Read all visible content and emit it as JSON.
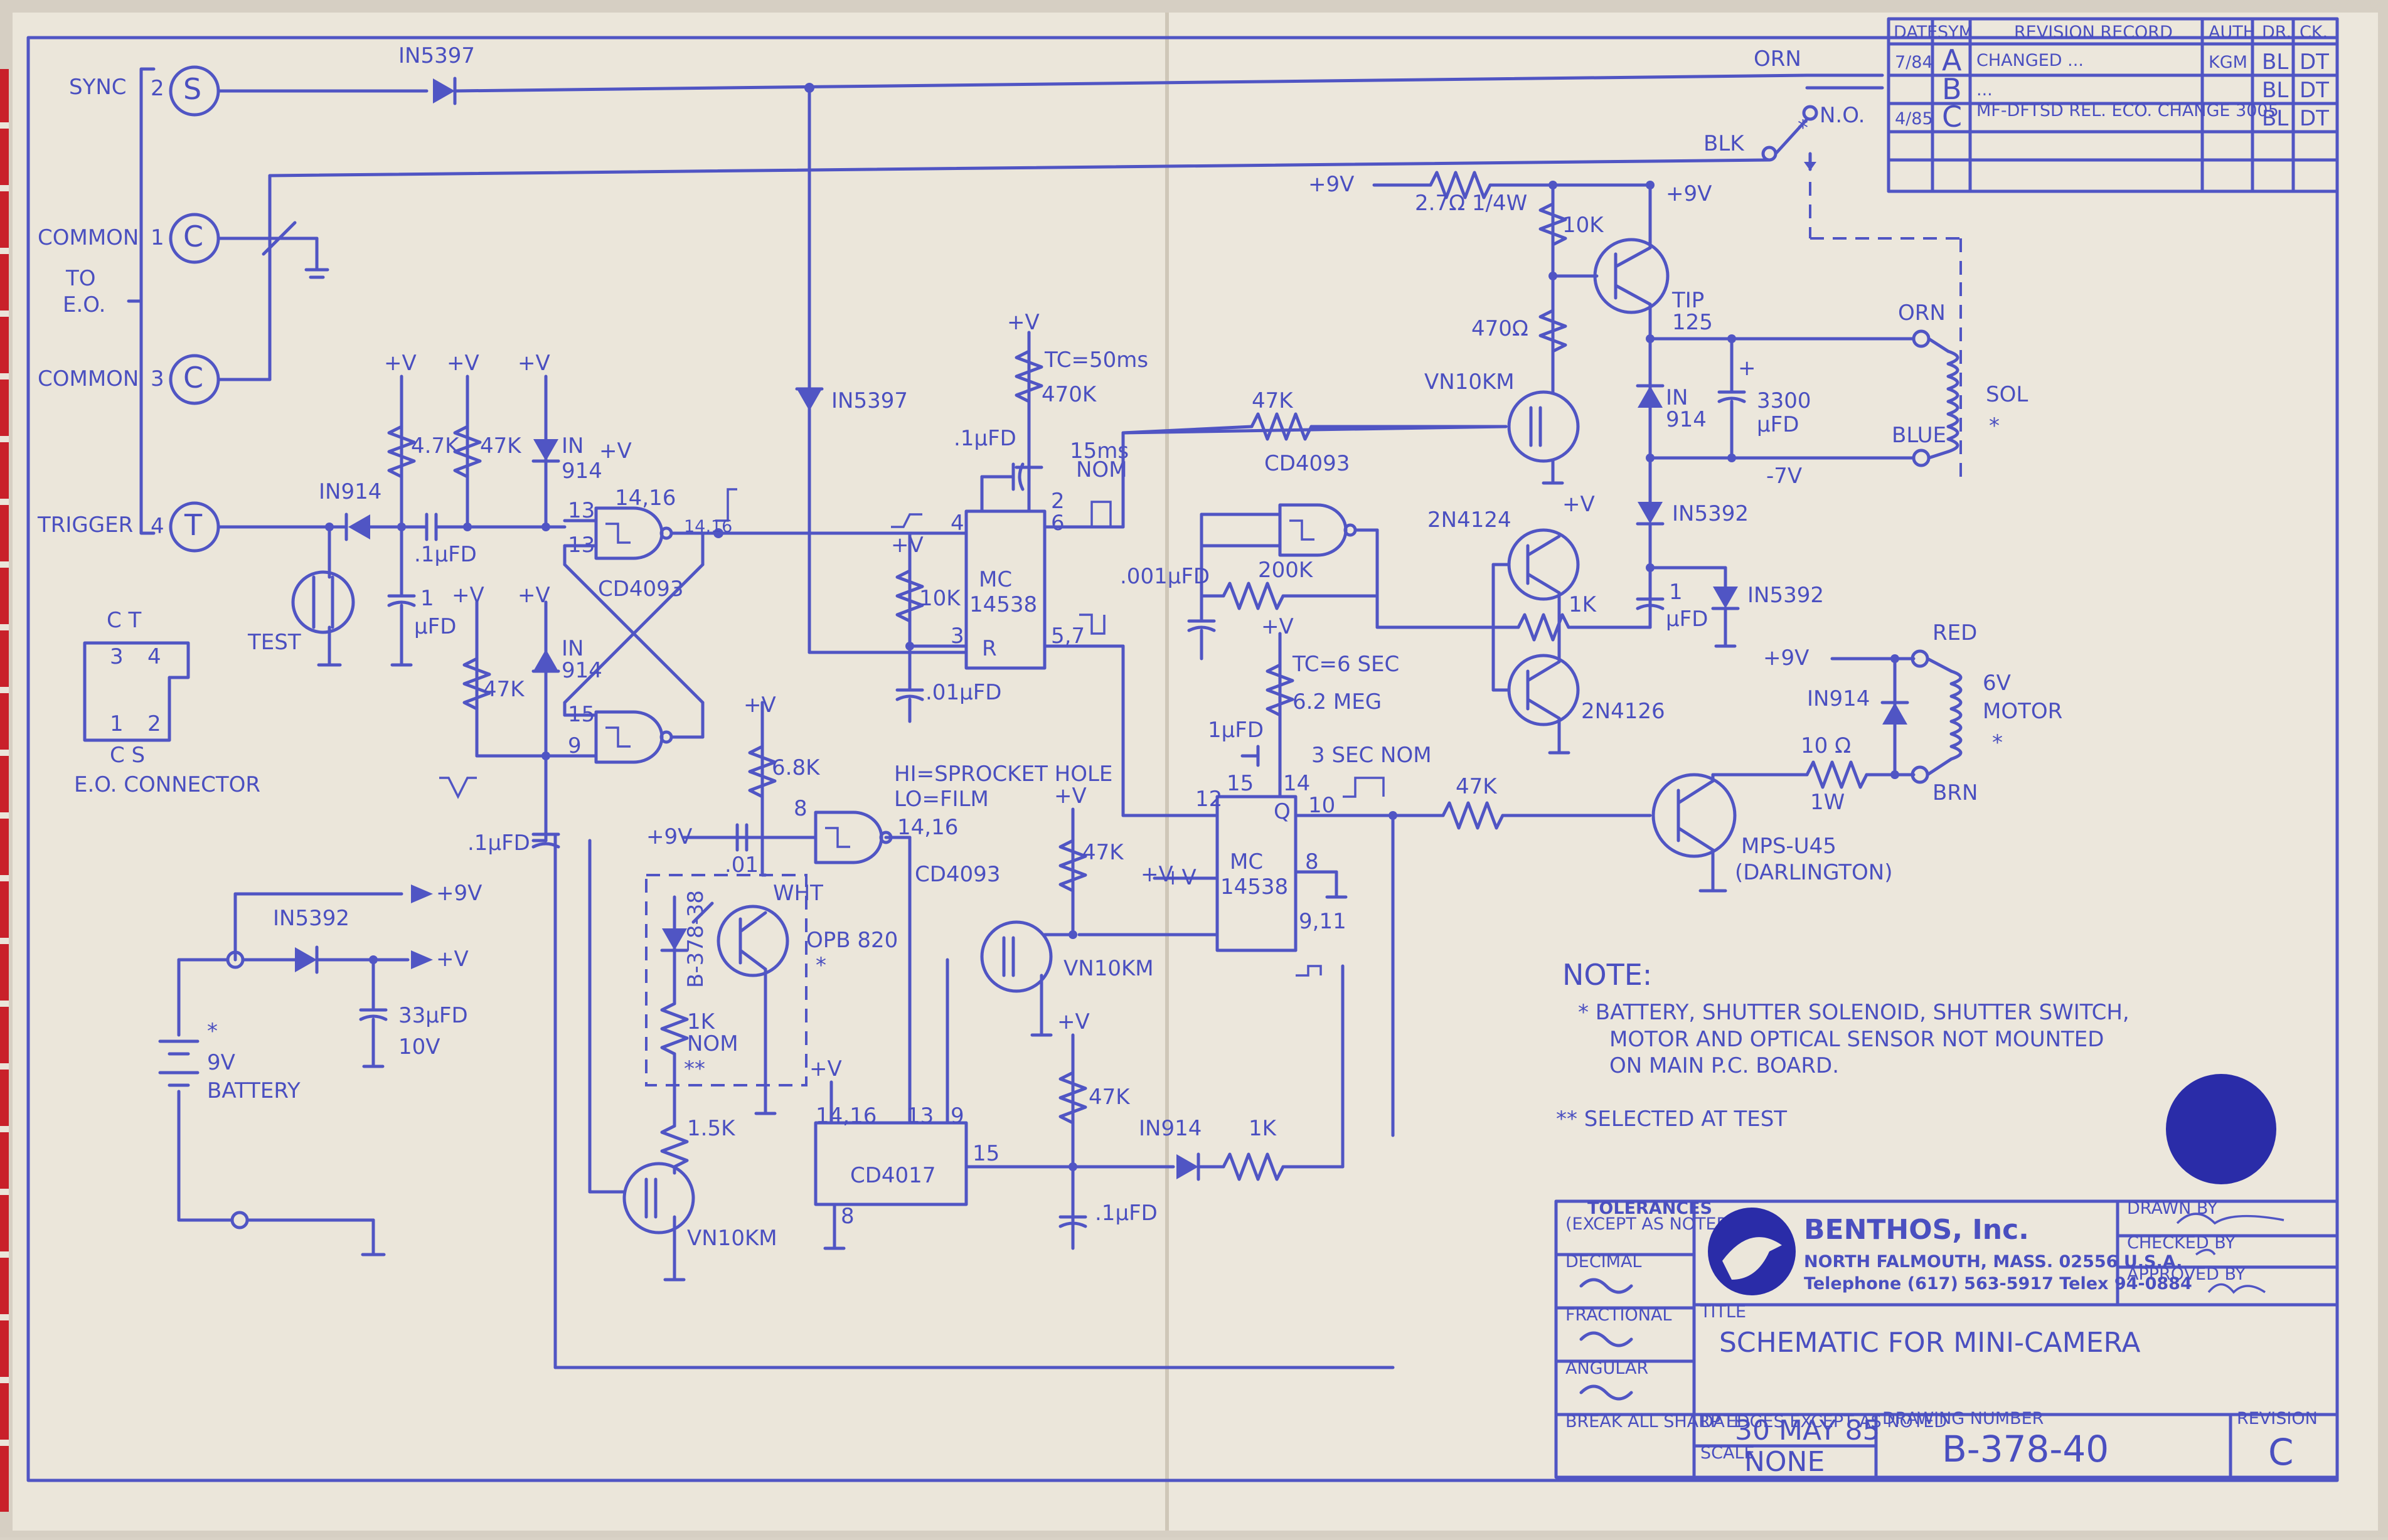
{
  "colors": {
    "paper": "#ece6da",
    "ink": "#4a4fc0",
    "accent_dot": "#2a2ca8",
    "binding": "#d2202c"
  },
  "connector": {
    "sync": "SYNC",
    "pin2": "2",
    "sym_s": "S",
    "common1": "COMMON",
    "pin1": "1",
    "sym_c1": "C",
    "to_eo_1": "TO",
    "to_eo_2": "E.O.",
    "common3": "COMMON",
    "pin3": "3",
    "sym_c3": "C",
    "trigger": "TRIGGER",
    "pin4": "4",
    "sym_t": "T",
    "test": "TEST",
    "conn_ct": "C T",
    "conn_34_a": "3",
    "conn_34_b": "4",
    "conn_12_a": "1",
    "conn_12_b": "2",
    "conn_cs": "C S",
    "conn_title": "E.O. CONNECTOR"
  },
  "parts": {
    "in5397_top": "IN5397",
    "in5397_mid": "IN5397",
    "in914_trig": "IN914",
    "r47k_a": "4.7K",
    "r47k_b": "47K",
    "in_914_a": "IN",
    "in_914_a2": "914",
    "cap_1ufd_a": ".1µFD",
    "cap_1ufd_b": "1",
    "cap_1ufd_b2": "µFD",
    "r47k_c": "47K",
    "in_914_b": "IN",
    "in_914_b2": "914",
    "cd4093_a": "CD4093",
    "cd4093_b": "CD4093",
    "cd4093_c": "CD4093",
    "cap_1ufd_c": ".1µFD",
    "in5392_bat": "IN5392",
    "plus9v_bat": "+9V",
    "plusv_bat": "+V",
    "cap_33": "33µFD",
    "cap_33_v": "10V",
    "battery_star": "*",
    "battery_9v": "9V",
    "battery": "BATTERY",
    "tc50": "TC=50ms",
    "r470k": "470K",
    "cap_1ufd_mc": ".1µFD",
    "nom15ms_a": "15ms",
    "nom15ms_b": "NOM",
    "r10k": "10K",
    "cap_01ufd": ".01µFD",
    "mc14538_a1": "MC",
    "mc14538_a2": "14538",
    "mc14538_b1": "MC",
    "mc14538_b2": "14538",
    "cap_001": ".001µFD",
    "r200k": "200K",
    "tc6": "TC=6 SEC",
    "r62meg": "6.2 MEG",
    "cap_1ufd_tc": "1µFD",
    "nom3sec": "3 SEC NOM",
    "r47k_mid": "47K",
    "r47k_mid2": "47K",
    "r47k_mid3": "47K",
    "r68k": "6.8K",
    "r1k_nom_a": "1K",
    "r1k_nom_b": "NOM",
    "stars": "**",
    "r15k": "1.5K",
    "vn10km_a": "VN10KM",
    "vn10km_b": "VN10KM",
    "vn10km_c": "VN10KM",
    "b378_38": "B-378-38",
    "wht": "WHT",
    "opb820": "OPB 820",
    "opb_star": "*",
    "sprocket1": "HI=SPROCKET HOLE",
    "sprocket2": "LO=FILM",
    "cd4017": "CD4017",
    "p1416": "14,16",
    "p13": "13",
    "p9": "9",
    "p15": "15",
    "p8": "8",
    "in914_bot": "IN914",
    "r1k_bot": "1K",
    "cap_1ufd_bot": ".1µFD",
    "plus9v_top": "+9V",
    "r27": "2.7Ω 1/4W",
    "r10k_top": "10K",
    "r470": "470Ω",
    "tip125_a": "TIP",
    "tip125_b": "125",
    "plus9v_tip": "+9V",
    "in914_sol_a": "IN",
    "in914_sol_b": "914",
    "cap3300_a": "3300",
    "cap3300_b": "µFD",
    "orn": "ORN",
    "blue": "BLUE",
    "sol": "SOL",
    "sol_star": "*",
    "minus7v": "-7V",
    "in5392_a": "IN5392",
    "in5392_b": "IN5392",
    "cap_1ufd_right": "1",
    "cap_1ufd_right2": "µFD",
    "r1k_right": "1K",
    "n2n4124": "2N4124",
    "n2n4126": "2N4126",
    "plus9v_mot": "+9V",
    "in914_mot": "IN914",
    "red": "RED",
    "brn": "BRN",
    "motor_6v": "6V",
    "motor": "MOTOR",
    "motor_star": "*",
    "r10_a": "10 Ω",
    "r10_b": "1W",
    "mps_a": "MPS-U45",
    "mps_b": "(DARLINGTON)",
    "blk": "BLK",
    "orn_top": "ORN",
    "no": "N.O.",
    "sw_star": "*",
    "plusv": "+V"
  },
  "notes": {
    "title": "NOTE:",
    "line1": "* BATTERY, SHUTTER SOLENOID, SHUTTER SWITCH,",
    "line2": "MOTOR AND OPTICAL SENSOR NOT MOUNTED",
    "line3": "ON MAIN P.C. BOARD.",
    "line4": "** SELECTED AT TEST"
  },
  "revision": {
    "headers": [
      "DATE",
      "SYM",
      "REVISION RECORD",
      "AUTH",
      "DR.",
      "CK."
    ],
    "rows": [
      {
        "date": "7/84",
        "sym": "A",
        "desc": "CHANGED ... ",
        "auth": "KGM",
        "dr": "BL",
        "ck": "DT"
      },
      {
        "date": "",
        "sym": "B",
        "desc": "... ",
        "auth": "",
        "dr": "BL",
        "ck": "DT"
      },
      {
        "date": "4/85",
        "sym": "C",
        "desc": "MF-DFTSD REL. ECO. CHANGE 3005",
        "auth": "",
        "dr": "BL",
        "ck": "DT"
      }
    ]
  },
  "title_block": {
    "tolerances": "TOLERANCES",
    "except": "(EXCEPT AS NOTED)",
    "decimal": "DECIMAL",
    "fractional": "FRACTIONAL",
    "angular": "ANGULAR",
    "break_edges": "BREAK ALL SHARP EDGES EXCEPT AS NOTED",
    "company": "BENTHOS, Inc.",
    "address": "NORTH FALMOUTH, MASS. 02556 U.S.A.",
    "phone": "Telephone (617) 563-5917    Telex 94-0884",
    "drawn_by": "DRAWN BY",
    "checked_by": "CHECKED BY",
    "approved_by": "APPROVED BY",
    "title_label": "TITLE",
    "title": "SCHEMATIC FOR MINI-CAMERA",
    "date_label": "DATE",
    "date": "30 MAY 85",
    "scale_label": "SCALE",
    "scale": "NONE",
    "drawing_label": "DRAWING NUMBER",
    "drawing": "B-378-40",
    "revision_label": "REVISION",
    "revision": "C"
  }
}
